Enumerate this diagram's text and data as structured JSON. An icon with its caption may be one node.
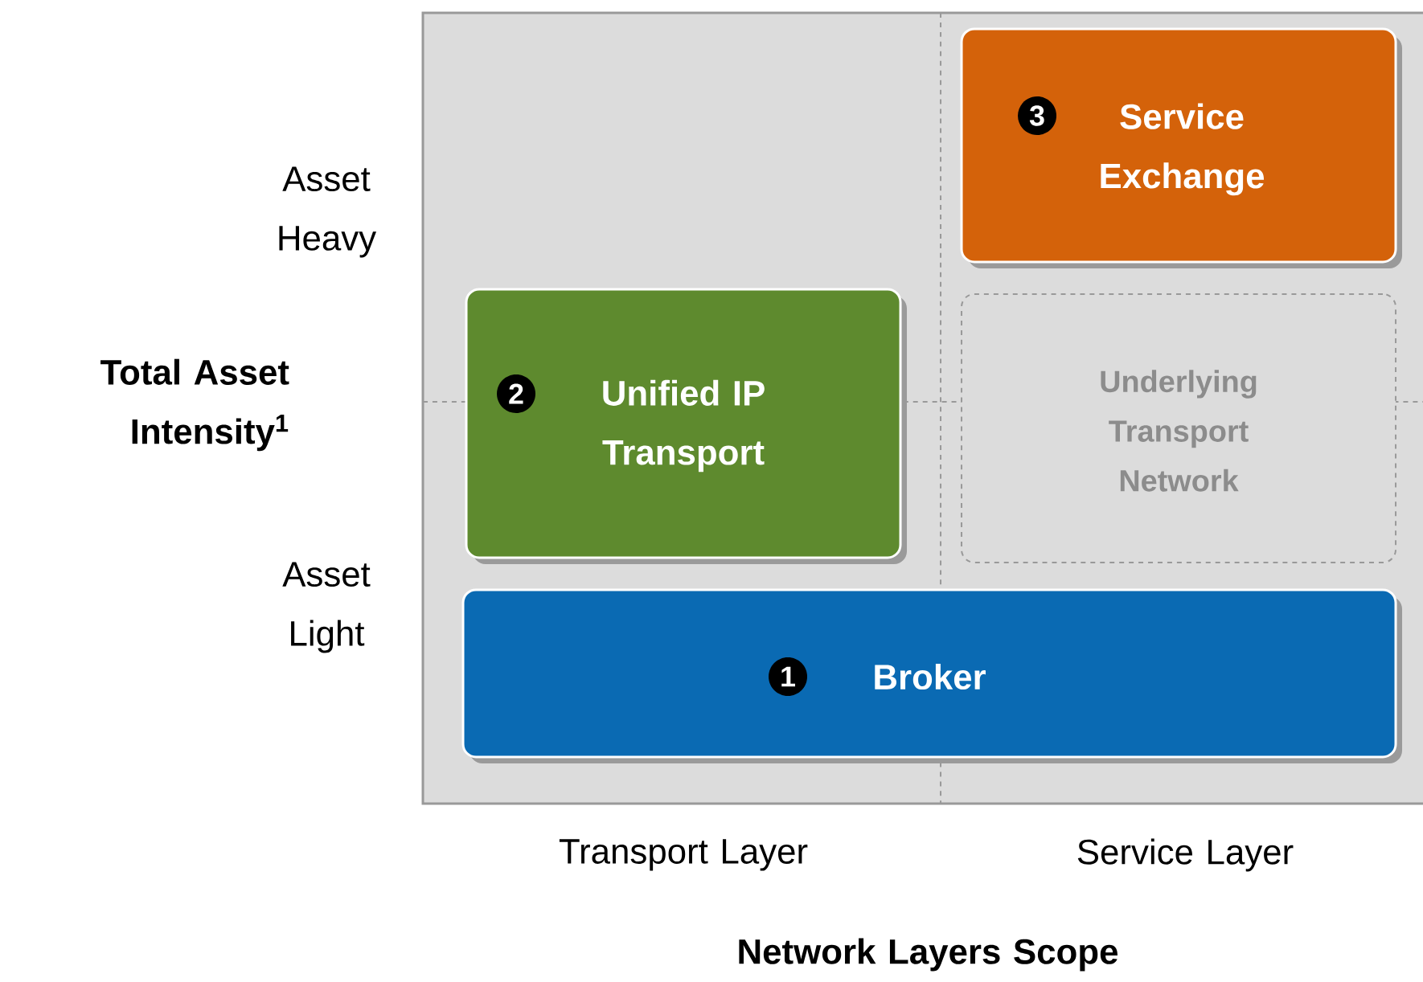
{
  "diagram": {
    "nodes": [
      {
        "text": [
          "3",
          "Service Exchange"
        ]
      },
      {
        "text": [
          "2",
          "Unified IP Transport"
        ]
      },
      {
        "text": [
          "Underlying Transport Network"
        ]
      },
      {
        "text": [
          "1",
          "Broker"
        ]
      }
    ],
    "labels": [
      "Asset Heavy",
      "Total Asset Intensity$^{1}$",
      "Asset Light",
      "Transport Layer",
      "Service Layer",
      "Network Layers Scope"
    ]
  }
}
